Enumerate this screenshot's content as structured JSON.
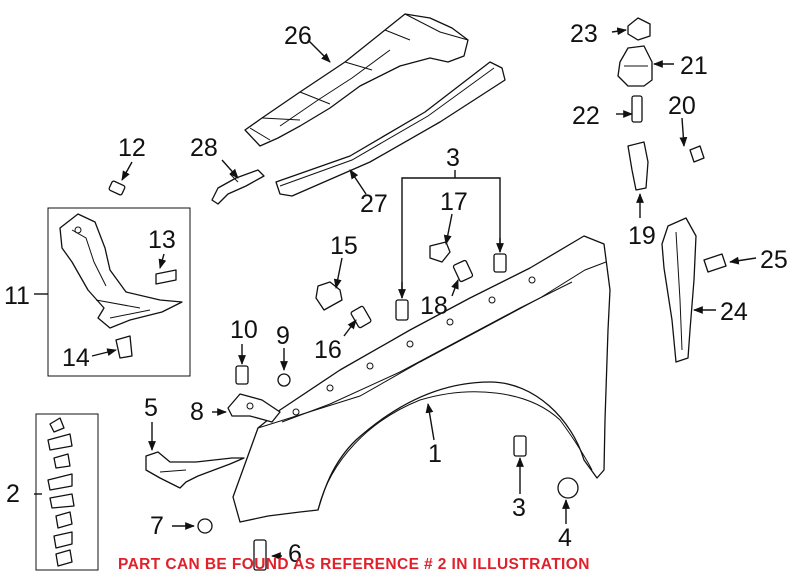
{
  "colors": {
    "line": "#111111",
    "note": "#e0202a",
    "background": "#ffffff"
  },
  "callouts": {
    "c1": "1",
    "c2": "2",
    "c3a": "3",
    "c3b": "3",
    "c4": "4",
    "c5": "5",
    "c6": "6",
    "c7": "7",
    "c8": "8",
    "c9": "9",
    "c10": "10",
    "c11": "11",
    "c12": "12",
    "c13": "13",
    "c14": "14",
    "c15": "15",
    "c16": "16",
    "c17": "17",
    "c18": "18",
    "c19": "19",
    "c20": "20",
    "c21": "21",
    "c22": "22",
    "c23": "23",
    "c24": "24",
    "c25": "25",
    "c26": "26",
    "c27": "27",
    "c28": "28"
  },
  "notice": "PART CAN BE FOUND AS REFERENCE # 2 IN ILLUSTRATION"
}
